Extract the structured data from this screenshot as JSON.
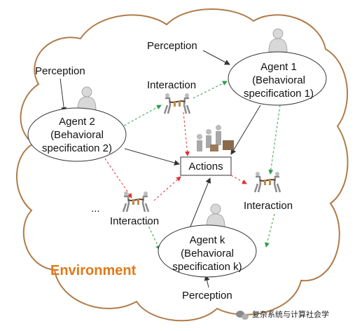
{
  "diagram": {
    "environment_label": "Environment",
    "actions_label": "Actions",
    "ellipsis": "...",
    "agents": [
      {
        "id": "agent1",
        "line1": "Agent 1",
        "line2": "(Behavioral",
        "line3": "specification 1)"
      },
      {
        "id": "agent2",
        "line1": "Agent 2",
        "line2": "(Behavioral",
        "line3": "specification 2)"
      },
      {
        "id": "agentk",
        "line1": "Agent k",
        "line2": "(Behavioral",
        "line3": "specification k)"
      }
    ],
    "perception_labels": [
      "Perception",
      "Perception",
      "Perception"
    ],
    "interaction_labels": [
      "Interaction",
      "Interaction",
      "Interaction"
    ],
    "colors": {
      "environment_text": "#e07a1a",
      "red_dash": "#e03030",
      "green_dash": "#2aa04a",
      "arrow": "#333333"
    }
  },
  "watermark": {
    "text": "复杂系统与计算社会学",
    "icon": "wechat-icon"
  }
}
